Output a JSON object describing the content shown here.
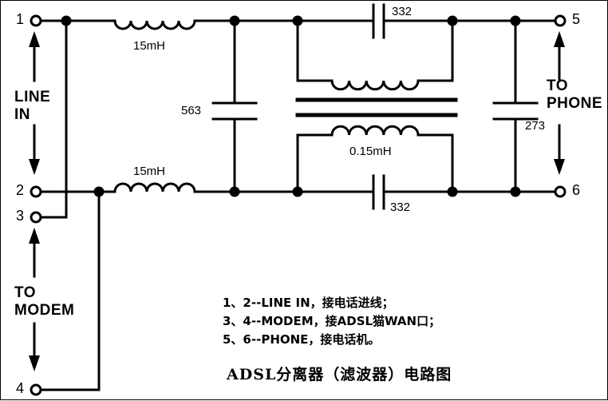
{
  "diagram": {
    "title": "ADSL分离器（滤波器）电路图",
    "terminals": [
      {
        "id": "1",
        "label": "1"
      },
      {
        "id": "2",
        "label": "2"
      },
      {
        "id": "3",
        "label": "3"
      },
      {
        "id": "4",
        "label": "4"
      },
      {
        "id": "5",
        "label": "5"
      },
      {
        "id": "6",
        "label": "6"
      }
    ],
    "port_labels": {
      "line_in": "LINE\nIN",
      "to_modem": "TO\nMODEM",
      "to_phone": "TO\nPHONE"
    },
    "components": [
      {
        "name": "inductor-top",
        "value": "15mH"
      },
      {
        "name": "inductor-bottom",
        "value": "15mH"
      },
      {
        "name": "cap-563",
        "value": "563"
      },
      {
        "name": "cap-332-top",
        "value": "332"
      },
      {
        "name": "cap-332-bottom",
        "value": "332"
      },
      {
        "name": "cap-273",
        "value": "273"
      },
      {
        "name": "transformer",
        "value": "0.15mH"
      }
    ],
    "legend": [
      "1、2--LINE IN，接电话进线；",
      "3、4--MODEM，接ADSL猫WAN口；",
      "5、6--PHONE，接电话机。"
    ],
    "colors": {
      "ink": "#000000",
      "background": "#ffffff"
    }
  }
}
